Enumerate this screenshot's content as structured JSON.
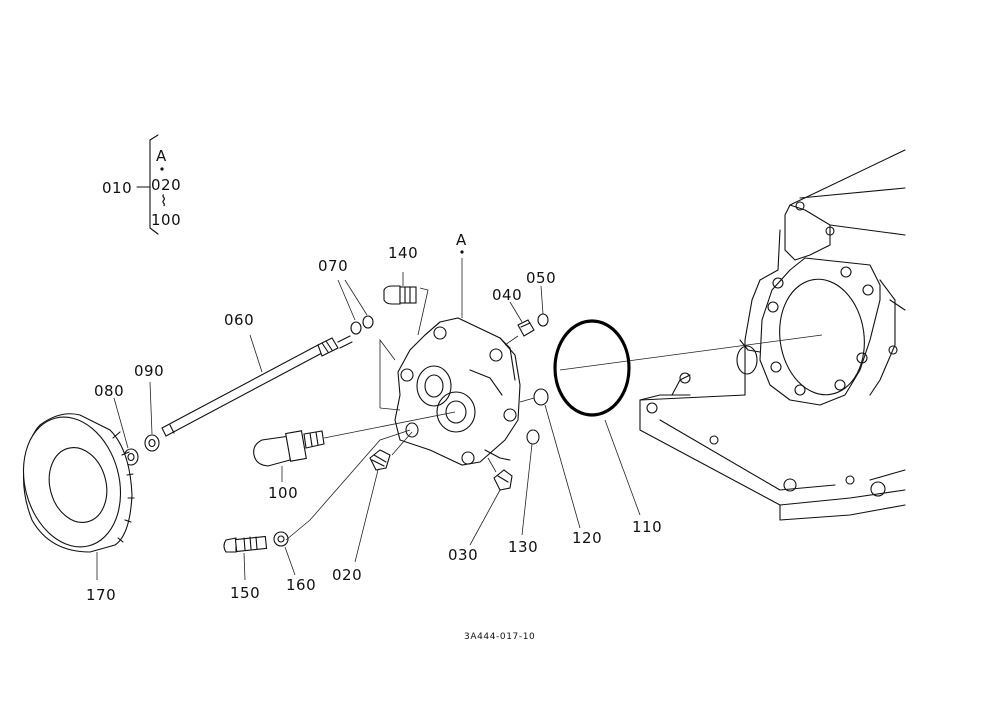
{
  "assembly": {
    "group_callout": "010",
    "group_marker": "A",
    "group_range_start": "020",
    "group_range_tilde": "⌇",
    "group_range_end": "100",
    "housing_marker": "A"
  },
  "callouts": {
    "c020": "020",
    "c030": "030",
    "c040": "040",
    "c050": "050",
    "c060": "060",
    "c070": "070",
    "c080": "080",
    "c090": "090",
    "c100": "100",
    "c110": "110",
    "c120": "120",
    "c130": "130",
    "c140": "140",
    "c150": "150",
    "c160": "160",
    "c170": "170"
  },
  "drawing_code": "3A444-017-10"
}
